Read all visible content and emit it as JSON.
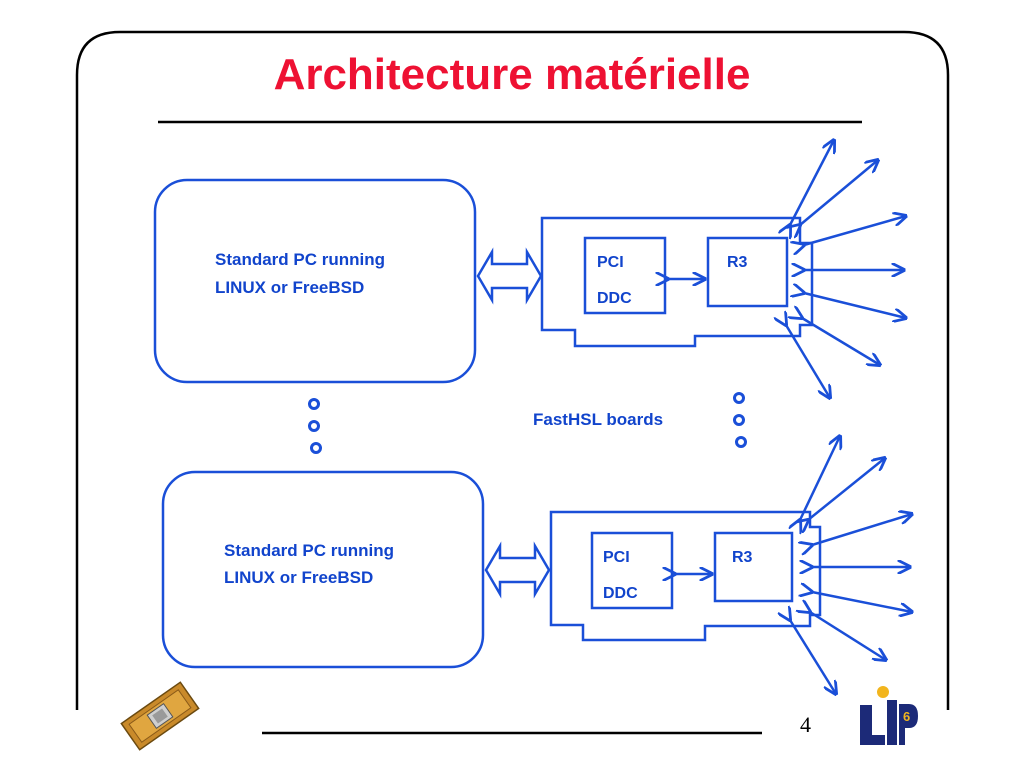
{
  "slide": {
    "title": "Architecture matérielle",
    "page_number": "4"
  },
  "colors": {
    "title": "#ee1133",
    "diagram": "#1a4fd8",
    "text": "#1144cc",
    "rule": "#000000"
  },
  "pc_nodes": [
    {
      "line1": "Standard PC running",
      "line2": "LINUX or  FreeBSD"
    },
    {
      "line1": "Standard PC running",
      "line2": "LINUX or  FreeBSD"
    }
  ],
  "boards": [
    {
      "chip1_line1": "PCI",
      "chip1_line2": "DDC",
      "chip2": "R3"
    },
    {
      "chip1_line1": "PCI",
      "chip1_line2": "DDC",
      "chip2": "R3"
    }
  ],
  "boards_label": "FastHSL  boards",
  "icons": {
    "chip": "cpu-chip-icon",
    "logo": "lip6-logo-icon"
  }
}
